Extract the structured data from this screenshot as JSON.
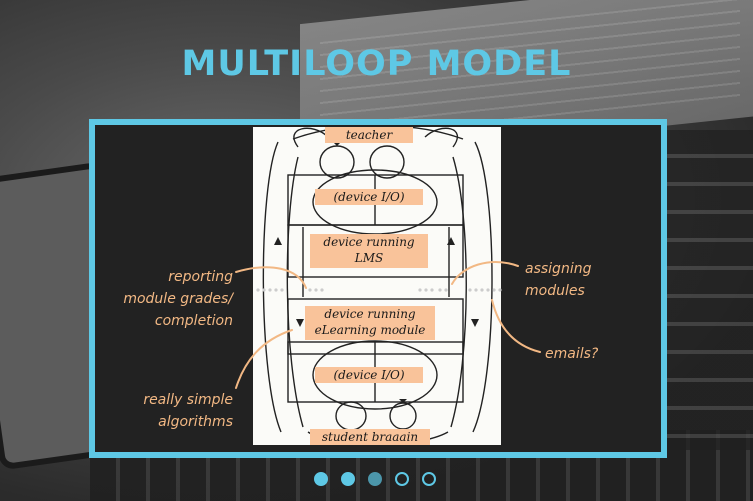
{
  "slide": {
    "title": "MULTILOOP MODEL"
  },
  "diagram": {
    "labels": {
      "teacher": "teacher",
      "device_io_top": "(device I/O)",
      "device_running_lms_line1": "device running",
      "device_running_lms_line2": "LMS",
      "device_running_elearning_line1": "device running",
      "device_running_elearning_line2": "eLearning module",
      "device_io_bottom": "(device I/O)",
      "student": "student braaain"
    }
  },
  "annotations": {
    "left_top": [
      "reporting",
      "module grades/",
      "completion"
    ],
    "left_bottom": [
      "really simple",
      "algorithms"
    ],
    "right_top": [
      "assigning",
      "modules"
    ],
    "right_bottom": "emails?"
  },
  "pagination": {
    "count": 5,
    "active_index": 1
  },
  "colors": {
    "accent": "#5ec8e5",
    "label_fill": "#f9c39a",
    "annotation": "#f2b884"
  }
}
